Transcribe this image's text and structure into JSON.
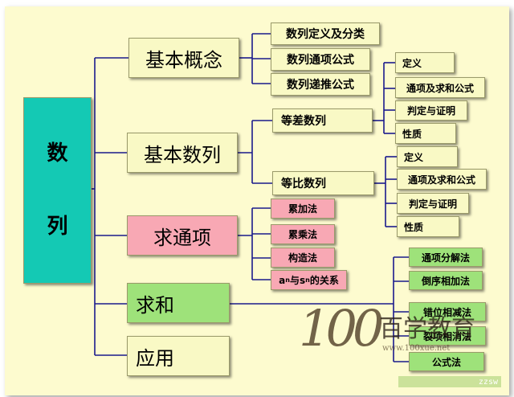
{
  "root": [
    "数",
    "列"
  ],
  "level1": {
    "concept": "基本概念",
    "sequences": "基本数列",
    "general_term": "求通项",
    "sum": "求和",
    "application": "应用"
  },
  "concept_children": [
    "数列定义及分类",
    "数列通项公式",
    "数列递推公式"
  ],
  "arithmetic": {
    "label": "等差数列",
    "children": [
      "定义",
      "通项及求和公式",
      "判定与证明",
      "性质"
    ]
  },
  "geometric": {
    "label": "等比数列",
    "children": [
      "定义",
      "通项及求和公式",
      "判定与证明",
      "性质"
    ]
  },
  "general_term_children": {
    "cumulative_add": "累加法",
    "cumulative_mul": "累乘法",
    "construction": "构造法",
    "relation": {
      "a": "a",
      "n1": "n",
      "mid": "与",
      "s": "s",
      "n2": "n",
      "tail": "的关系"
    }
  },
  "sum_children": [
    "通项分解法",
    "倒序相加法",
    "错位相减法",
    "裂项相消法",
    "公式法"
  ],
  "watermark": {
    "digits": "100",
    "brand": "百学教育",
    "url": "www.100xue.net",
    "strip": "zzsw"
  },
  "colors": {
    "root": "#14c9b4",
    "box": "#f9f9c5",
    "pink": "#f8a8b4",
    "green": "#9ee27a",
    "line": "#1a1a8c"
  }
}
